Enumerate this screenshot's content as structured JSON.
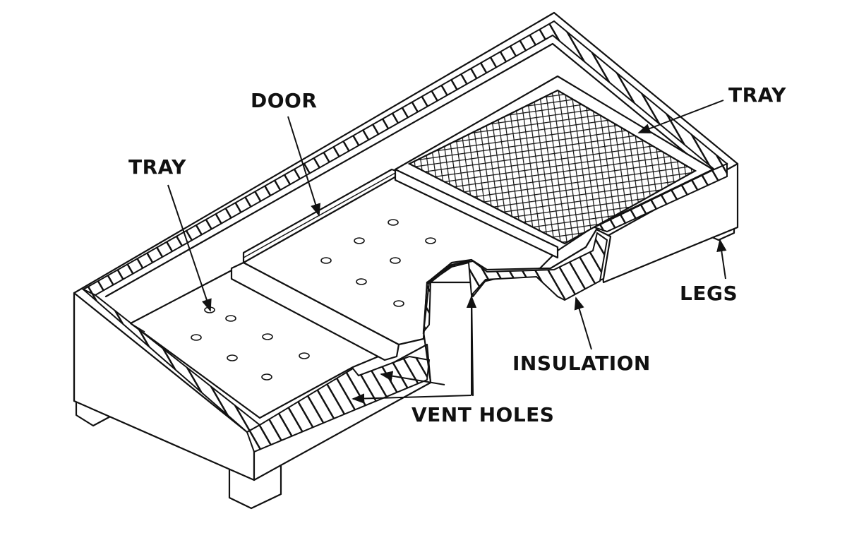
{
  "labels": {
    "door": "DOOR",
    "tray_left": "TRAY",
    "tray_right": "TRAY",
    "legs": "LEGS",
    "insulation": "INSULATION",
    "vent_holes": "VENT HOLES"
  },
  "colors": {
    "ink": "#111111",
    "paper": "#ffffff"
  }
}
